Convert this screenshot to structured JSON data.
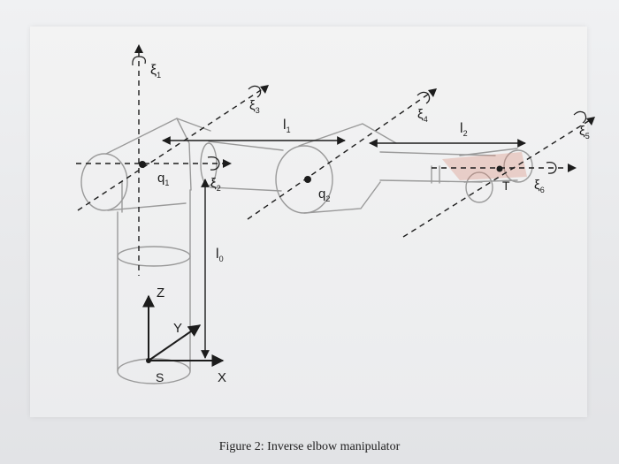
{
  "figure": {
    "caption": "Figure 2: Inverse elbow manipulator"
  },
  "labels": {
    "xi": "ξ",
    "xi1_sub": "1",
    "xi2_sub": "2",
    "xi3_sub": "3",
    "xi4_sub": "4",
    "xi5_sub": "5",
    "xi6_sub": "6",
    "l": "l",
    "l0_sub": "0",
    "l1_sub": "1",
    "l2_sub": "2",
    "q": "q",
    "q1_sub": "1",
    "q2_sub": "2",
    "T": "T",
    "S": "S",
    "X": "X",
    "Y": "Y",
    "Z": "Z"
  },
  "colors": {
    "ink": "#1c1c1c",
    "sketch": "#9a9a9a",
    "accent": "#d98d7a"
  }
}
